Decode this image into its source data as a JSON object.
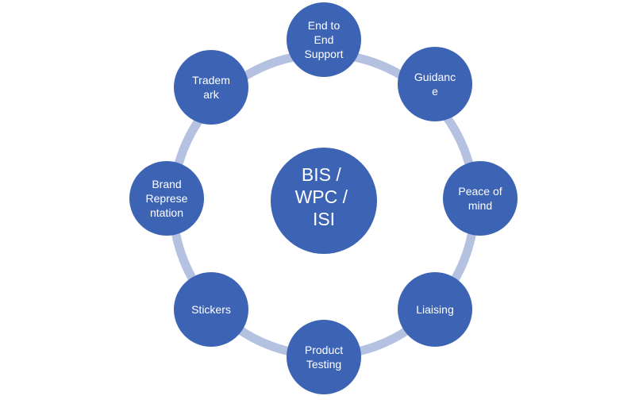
{
  "diagram": {
    "center": {
      "lines": [
        "BIS /",
        "WPC /",
        "ISI"
      ]
    },
    "nodes": [
      {
        "id": "end-to-end-support",
        "lines": [
          "End to",
          "End",
          "Support"
        ]
      },
      {
        "id": "guidance",
        "lines": [
          "Guidanc",
          "e"
        ]
      },
      {
        "id": "peace-of-mind",
        "lines": [
          "Peace of",
          "mind"
        ]
      },
      {
        "id": "liaising",
        "lines": [
          "Liaising"
        ]
      },
      {
        "id": "product-testing",
        "lines": [
          "Product",
          "Testing"
        ]
      },
      {
        "id": "stickers",
        "lines": [
          "Stickers"
        ]
      },
      {
        "id": "brand-representation",
        "lines": [
          "Brand",
          "Represe",
          "ntation"
        ]
      },
      {
        "id": "trademark",
        "lines": [
          "Tradem",
          "ark"
        ]
      }
    ],
    "colors": {
      "node_fill": "#3c63b4",
      "center_fill": "#3c63b4",
      "ring": "#b5c1e0",
      "text": "#ffffff"
    }
  }
}
